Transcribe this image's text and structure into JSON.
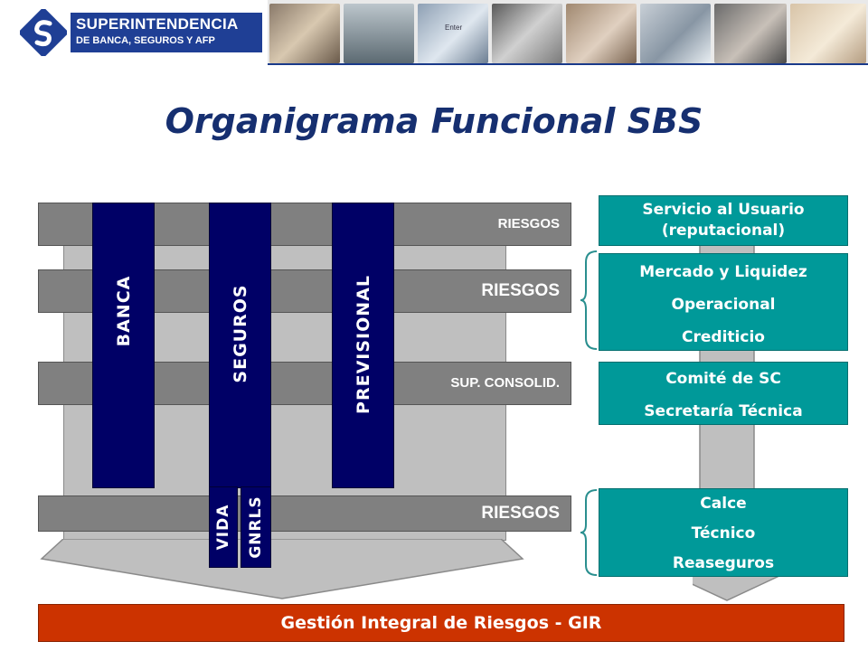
{
  "header": {
    "logo_line1": "SUPERINTENDENCIA",
    "logo_line2": "DE BANCA, SEGUROS Y AFP",
    "photo_caption": "Enter"
  },
  "title": "Organigrama Funcional SBS",
  "left": {
    "bars": [
      "RIESGOS",
      "RIESGOS",
      "SUP. CONSOLID.",
      "RIESGOS"
    ],
    "columns": [
      "BANCA",
      "SEGUROS",
      "PREVISIONAL"
    ],
    "sub_columns": [
      "VIDA",
      "GNRLS"
    ]
  },
  "right": {
    "box1": [
      "Servicio al Usuario",
      "(reputacional)"
    ],
    "box2": [
      "Mercado y Liquidez",
      "Operacional",
      "Crediticio"
    ],
    "box3": [
      "Comité de SC",
      "Secretaría Técnica"
    ],
    "box4": [
      "Calce",
      "Técnico",
      "Reaseguros"
    ]
  },
  "footer": "Gestión Integral de Riesgos - GIR",
  "colors": {
    "navy": "#000066",
    "teal": "#009999",
    "gray_bar": "#808080",
    "panel": "#bfbfbf",
    "gir": "#cc3300",
    "title": "#162f70"
  }
}
